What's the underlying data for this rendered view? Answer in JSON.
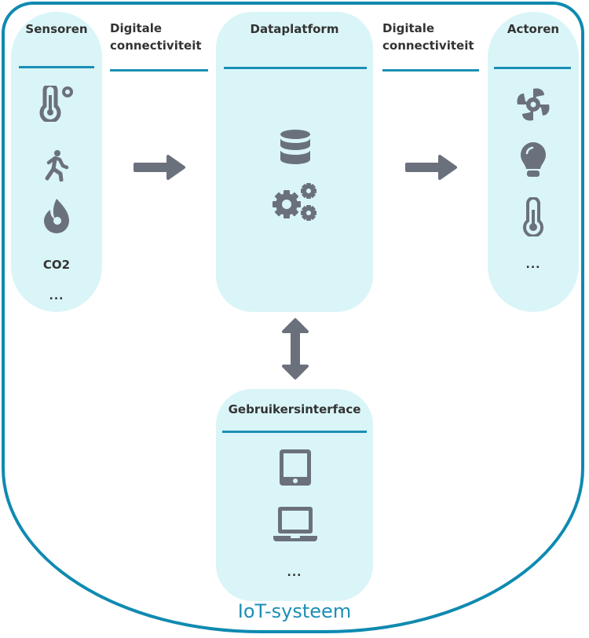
{
  "diagram": {
    "system_label": "IoT-systeem",
    "colors": {
      "accent": "#1b8fb5",
      "panel": "#daf5f7",
      "icon": "#6b717c",
      "text": "#333333"
    },
    "sensors": {
      "title": "Sensoren",
      "items": [
        {
          "icon": "thermometer-degree-icon"
        },
        {
          "icon": "walking-person-icon"
        },
        {
          "icon": "flame-icon"
        },
        {
          "label": "CO2"
        },
        {
          "label": "..."
        }
      ]
    },
    "connectivity_left": {
      "line1": "Digitale",
      "line2": "connectiviteit"
    },
    "platform": {
      "title": "Dataplatform",
      "items": [
        {
          "icon": "database-icon"
        },
        {
          "icon": "gears-icon"
        }
      ]
    },
    "connectivity_right": {
      "line1": "Digitale",
      "line2": "connectiviteit"
    },
    "actors": {
      "title": "Actoren",
      "items": [
        {
          "icon": "fan-icon"
        },
        {
          "icon": "light-bulb-icon"
        },
        {
          "icon": "thermometer-icon"
        },
        {
          "label": "..."
        }
      ]
    },
    "user_interface": {
      "title": "Gebruikersinterface",
      "items": [
        {
          "icon": "tablet-icon"
        },
        {
          "icon": "laptop-icon"
        },
        {
          "label": "..."
        }
      ]
    }
  }
}
